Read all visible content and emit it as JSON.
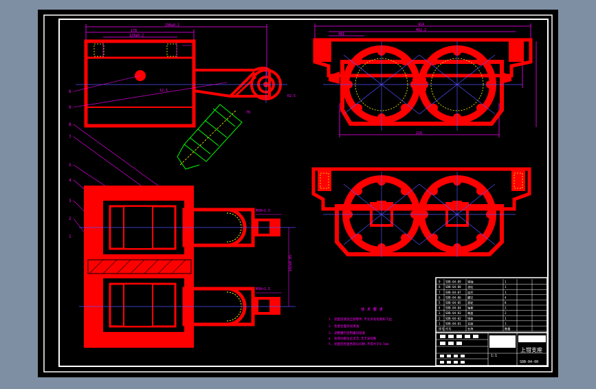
{
  "colors": {
    "viewport_bg": "#7f8fa3",
    "sheet_bg": "#000000",
    "frame": "#ffffff",
    "part": "#ff0000",
    "dimension": "#ff00ff",
    "leader": "#ff00ff",
    "centerline": "#5050ff",
    "hidden": "#ffff00",
    "aux": "#00ff00",
    "title_block": "#ffffff"
  },
  "dimensions": {
    "top_left_overall": "298±0.2",
    "top_left_inner_a": "178",
    "top_left_inner_b": "120±0.2",
    "top_left_small": "12.5",
    "top_left_r": "R2.5",
    "top_right_overall": "414",
    "top_right_inner": "402.2",
    "top_right_left": "481",
    "mid_left_a": "M30×1.5",
    "mid_left_b": "M30×1.5",
    "mid_left_c": "102±0.05",
    "mid_bottom_right": "210"
  },
  "balloons": [
    "6",
    "9",
    "8",
    "7",
    "5",
    "4",
    "3",
    "2",
    "1"
  ],
  "tech_requirements": {
    "title": "技 术 要 求",
    "items": [
      "1. 装配前清洗全部零件,不允许有毛刺和飞边",
      "2. 各配合面涂润滑油",
      "3. 调整螺钉后用螺母锁紧",
      "4. 各转动部位应灵活,无卡滞现象",
      "5. 装配后检查各部分间隙,不得大于0.5mm"
    ]
  },
  "title_block": {
    "name": "上钳支座",
    "drawing_no": "SDB-04-00",
    "scale_label": "1:1",
    "bom_rows": [
      {
        "no": "9",
        "code": "SDB-04-09",
        "name": "销轴",
        "qty": "1"
      },
      {
        "no": "8",
        "code": "SDB-04-08",
        "name": "油缸",
        "qty": "1"
      },
      {
        "no": "7",
        "code": "SDB-04-07",
        "name": "连杆",
        "qty": "1"
      },
      {
        "no": "6",
        "code": "SDB-04-06",
        "name": "螺钉",
        "qty": "4"
      },
      {
        "no": "5",
        "code": "SDB-04-05",
        "name": "滚轮",
        "qty": "8"
      },
      {
        "no": "4",
        "code": "SDB-04-04",
        "name": "轴套",
        "qty": "2"
      },
      {
        "no": "3",
        "code": "SDB-04-03",
        "name": "端盖",
        "qty": "2"
      },
      {
        "no": "2",
        "code": "SDB-04-02",
        "name": "钳体",
        "qty": "1"
      },
      {
        "no": "1",
        "code": "SDB-04-01",
        "name": "支座",
        "qty": "1"
      }
    ],
    "header": {
      "no": "序号",
      "code": "代号",
      "name": "名称",
      "qty": "数量"
    }
  }
}
